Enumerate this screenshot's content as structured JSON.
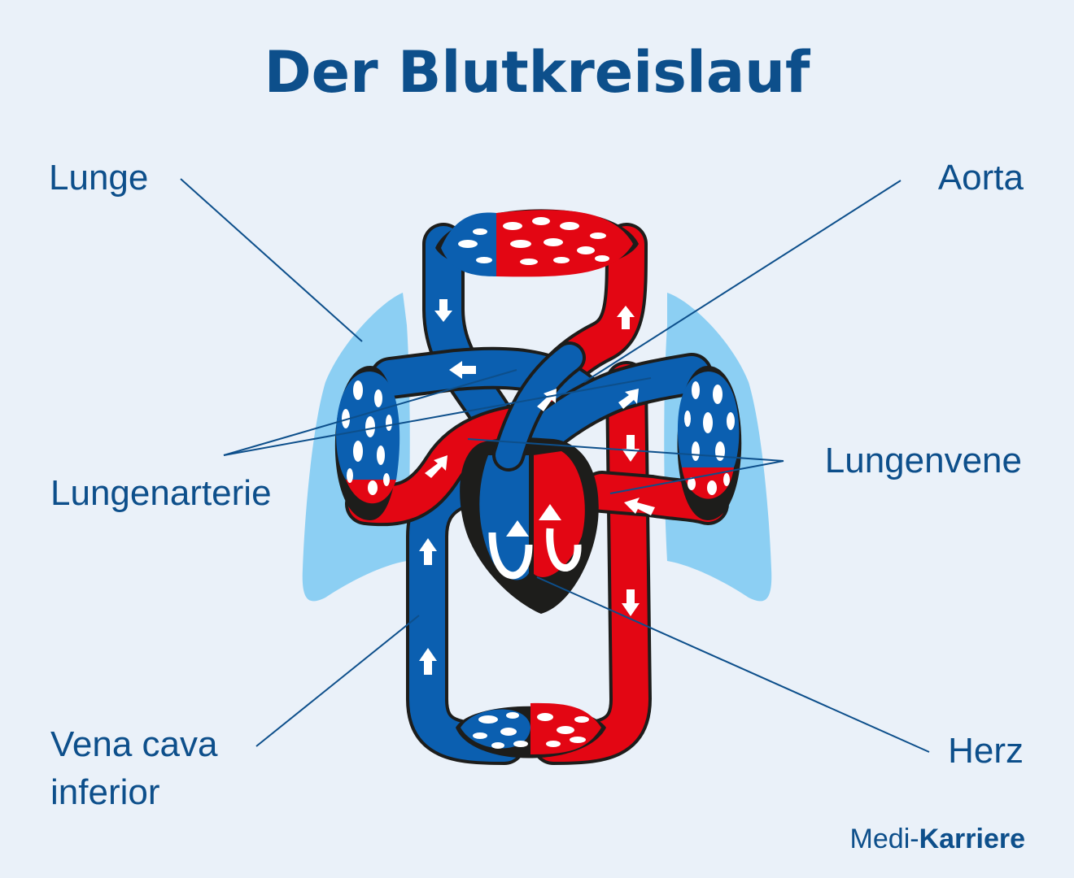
{
  "title": "Der Blutkreislauf",
  "labels": {
    "lunge": "Lunge",
    "aorta": "Aorta",
    "lungenarterie": "Lungenarterie",
    "lungenvene": "Lungenvene",
    "vena_cava_line1": "Vena cava",
    "vena_cava_line2": "inferior",
    "herz": "Herz"
  },
  "brand": {
    "prefix": "Medi-",
    "name": "Karriere"
  },
  "colors": {
    "background": "#eaf1f9",
    "text": "#0d4f8b",
    "oxygenated": "#e30613",
    "deoxygenated": "#0b5fb0",
    "lung": "#8ccff3",
    "heart": "#1d1d1b",
    "arrow": "#ffffff"
  },
  "icons": [
    "lung-icon",
    "heart-icon",
    "arrow-icon",
    "capillary-network-icon"
  ]
}
